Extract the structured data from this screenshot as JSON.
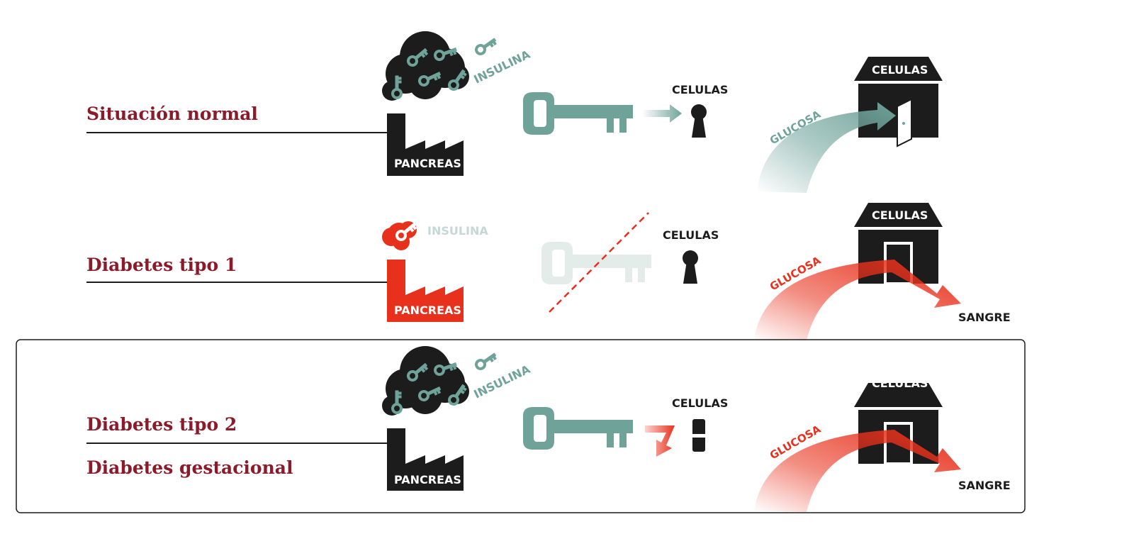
{
  "colors": {
    "label": "#8b1a2b",
    "dark": "#1c1c1c",
    "teal": "#6fa39a",
    "teal_faded": "#e4ecea",
    "red": "#e8311c",
    "insulina_faded": "#c5d8d5"
  },
  "rows": [
    {
      "label": "Situación normal",
      "pancreas": "PANCREAS",
      "insulina": "INSULINA",
      "celulas_lock": "CELULAS",
      "celulas_house": "CELULAS",
      "glucosa": "GLUCOSA"
    },
    {
      "label": "Diabetes tipo 1",
      "pancreas": "PANCREAS",
      "insulina": "INSULINA",
      "celulas_lock": "CELULAS",
      "celulas_house": "CELULAS",
      "glucosa": "GLUCOSA",
      "sangre": "SANGRE"
    },
    {
      "label": "Diabetes tipo 2",
      "label_2": "Diabetes gestacional",
      "pancreas": "PANCREAS",
      "insulina": "INSULINA",
      "celulas_lock": "CELULAS",
      "celulas_house": "CELULAS",
      "glucosa": "GLUCOSA",
      "sangre": "SANGRE"
    }
  ]
}
